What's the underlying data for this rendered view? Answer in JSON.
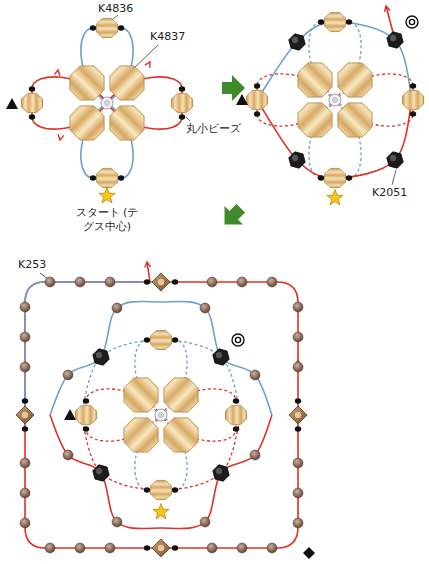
{
  "diagram": {
    "labels": [
      "K4836",
      "K4837",
      "丸小ビーズ",
      "スタート (テグス中心)",
      "K2051",
      "K253"
    ]
  }
}
